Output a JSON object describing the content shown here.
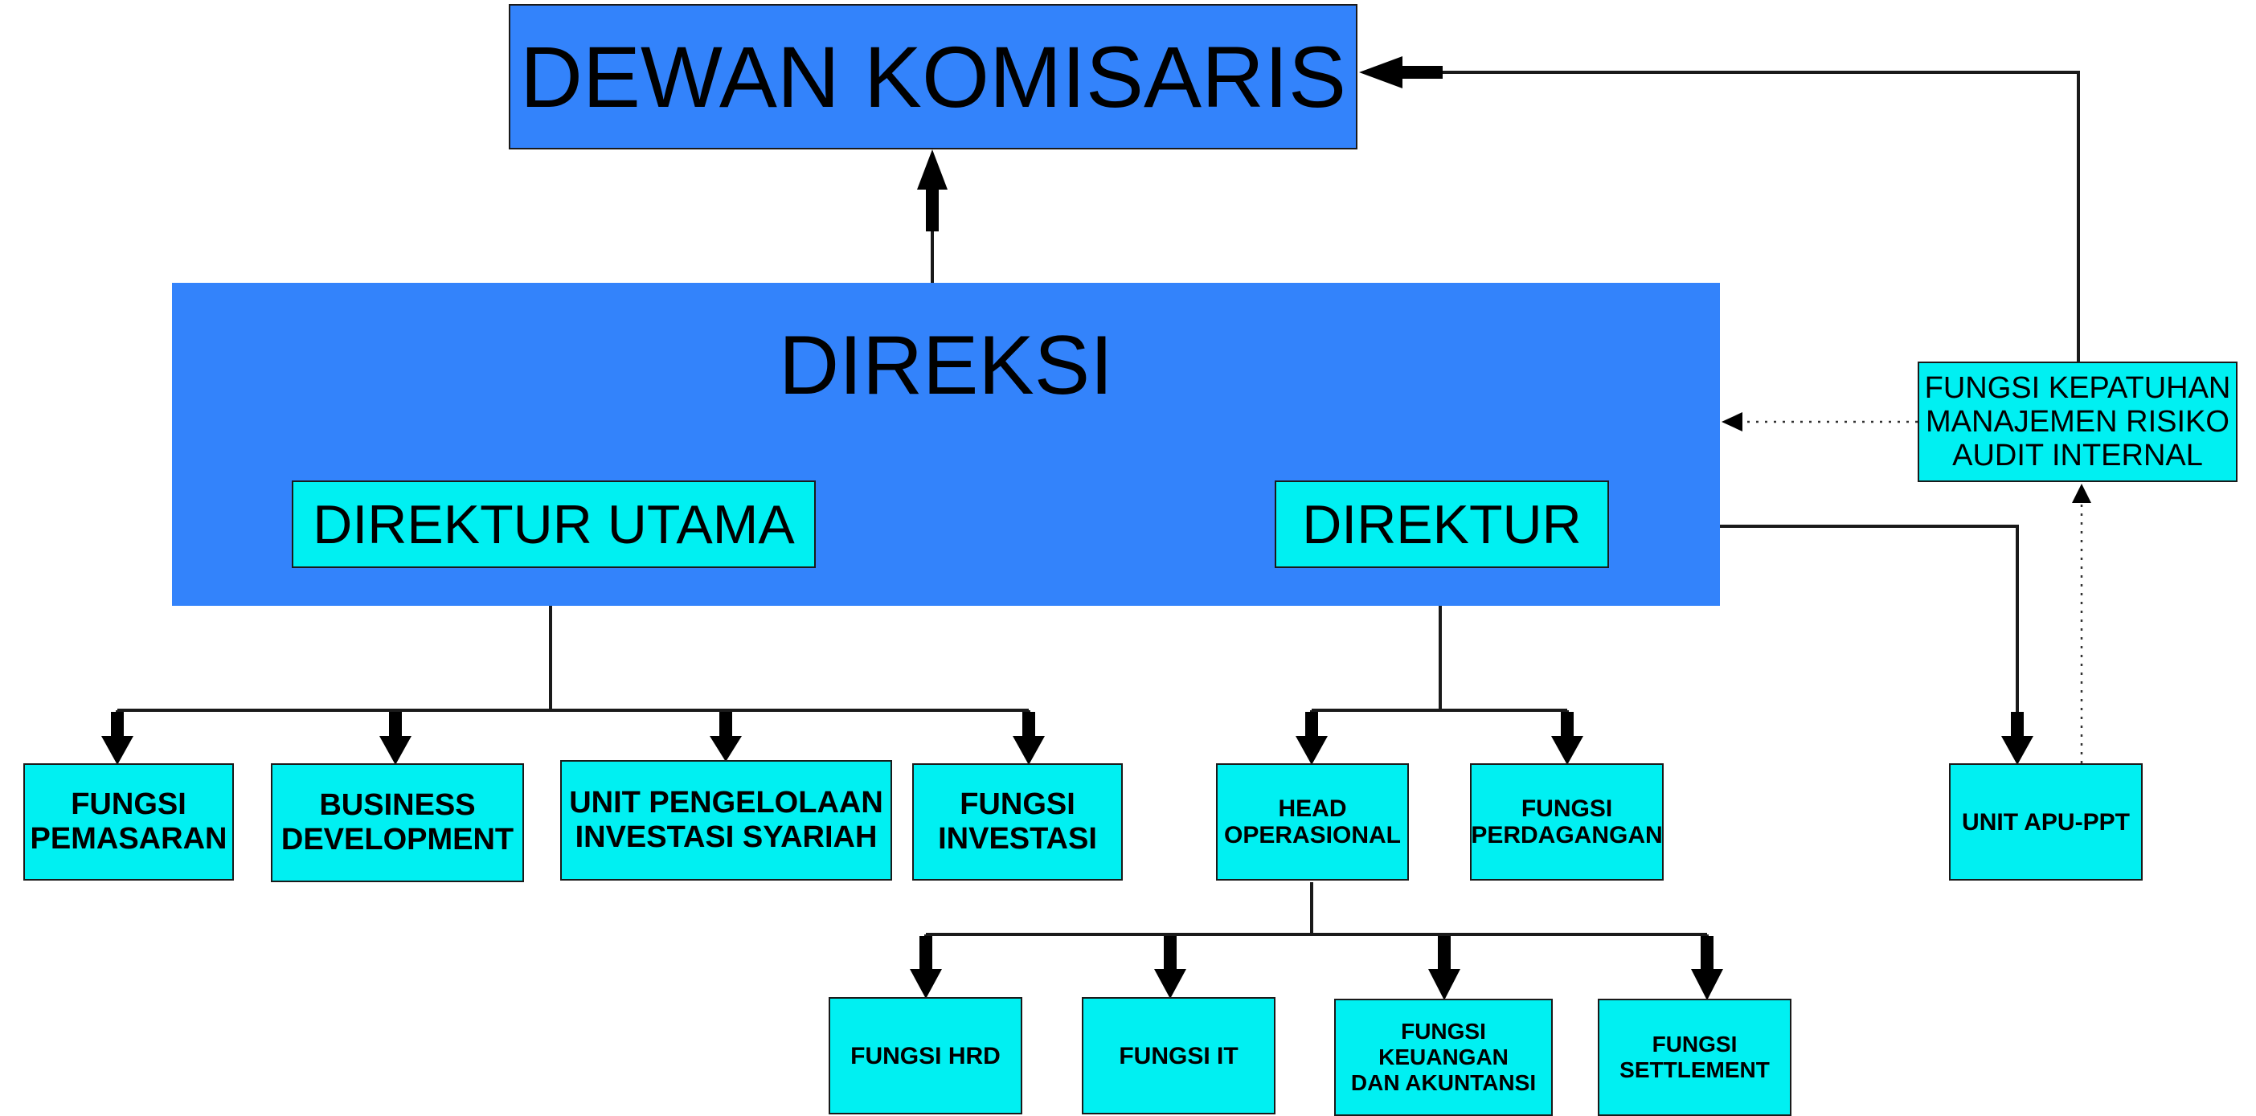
{
  "diagram": {
    "dewan_komisaris": "DEWAN KOMISARIS",
    "direksi": "DIREKSI",
    "direktur_utama": "DIREKTUR UTAMA",
    "direktur": "DIREKTUR",
    "fungsi_kepatuhan": "FUNGSI KEPATUHAN\nMANAJEMEN RISIKO\nAUDIT INTERNAL",
    "direktur_utama_units": [
      "FUNGSI\nPEMASARAN",
      "BUSINESS\nDEVELOPMENT",
      "UNIT PENGELOLAAN\nINVESTASI SYARIAH",
      "FUNGSI\nINVESTASI"
    ],
    "direktur_units": [
      "HEAD\nOPERASIONAL",
      "FUNGSI\nPERDAGANGAN"
    ],
    "apu_ppt": "UNIT APU-PPT",
    "operasional_units": [
      "FUNGSI HRD",
      "FUNGSI IT",
      "FUNGSI\nKEUANGAN\nDAN AKUNTANSI",
      "FUNGSI\nSETTLEMENT"
    ]
  },
  "colors": {
    "navy_box": "#3383fb",
    "cyan_box": "#00f0f2",
    "line": "#1a1a1a"
  }
}
